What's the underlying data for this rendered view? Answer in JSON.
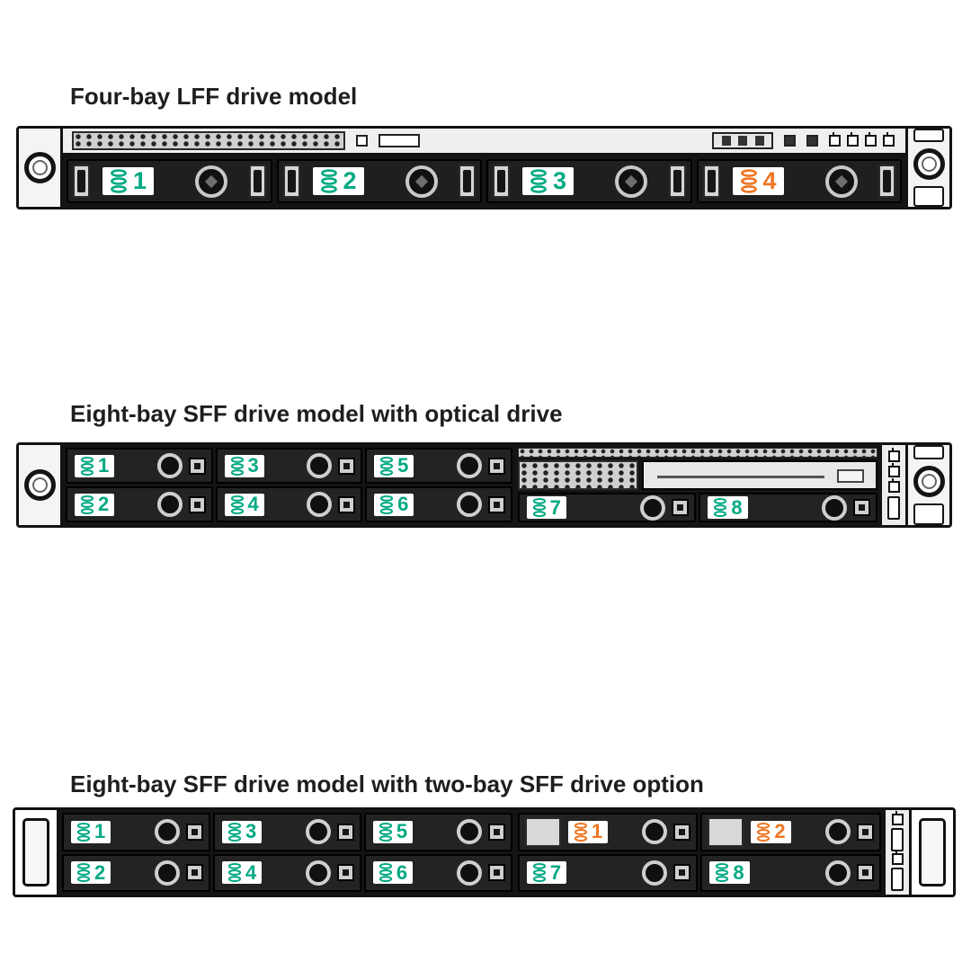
{
  "colors": {
    "green": "#00a982",
    "orange": "#ef7622"
  },
  "sections": [
    {
      "title": "Four-bay LFF drive model",
      "layout": "lff-4-bay",
      "bays": [
        {
          "label": "1",
          "color": "green"
        },
        {
          "label": "2",
          "color": "green"
        },
        {
          "label": "3",
          "color": "green"
        },
        {
          "label": "4",
          "color": "orange"
        }
      ]
    },
    {
      "title": "Eight-bay SFF drive model with optical drive",
      "layout": "sff-8-bay-optical",
      "left_top": [
        {
          "label": "1",
          "color": "green"
        },
        {
          "label": "3",
          "color": "green"
        },
        {
          "label": "5",
          "color": "green"
        }
      ],
      "left_bottom": [
        {
          "label": "2",
          "color": "green"
        },
        {
          "label": "4",
          "color": "green"
        },
        {
          "label": "6",
          "color": "green"
        }
      ],
      "right_bottom": [
        {
          "label": "7",
          "color": "green"
        },
        {
          "label": "8",
          "color": "green"
        }
      ]
    },
    {
      "title": "Eight-bay SFF drive model with two-bay SFF drive option",
      "layout": "sff-8-bay-two-bay-option",
      "left_top": [
        {
          "label": "1",
          "color": "green"
        },
        {
          "label": "3",
          "color": "green"
        },
        {
          "label": "5",
          "color": "green"
        }
      ],
      "left_bottom": [
        {
          "label": "2",
          "color": "green"
        },
        {
          "label": "4",
          "color": "green"
        },
        {
          "label": "6",
          "color": "green"
        }
      ],
      "option_top": [
        {
          "label": "1",
          "color": "orange"
        },
        {
          "label": "2",
          "color": "orange"
        }
      ],
      "right_bottom": [
        {
          "label": "7",
          "color": "green"
        },
        {
          "label": "8",
          "color": "green"
        }
      ]
    }
  ]
}
